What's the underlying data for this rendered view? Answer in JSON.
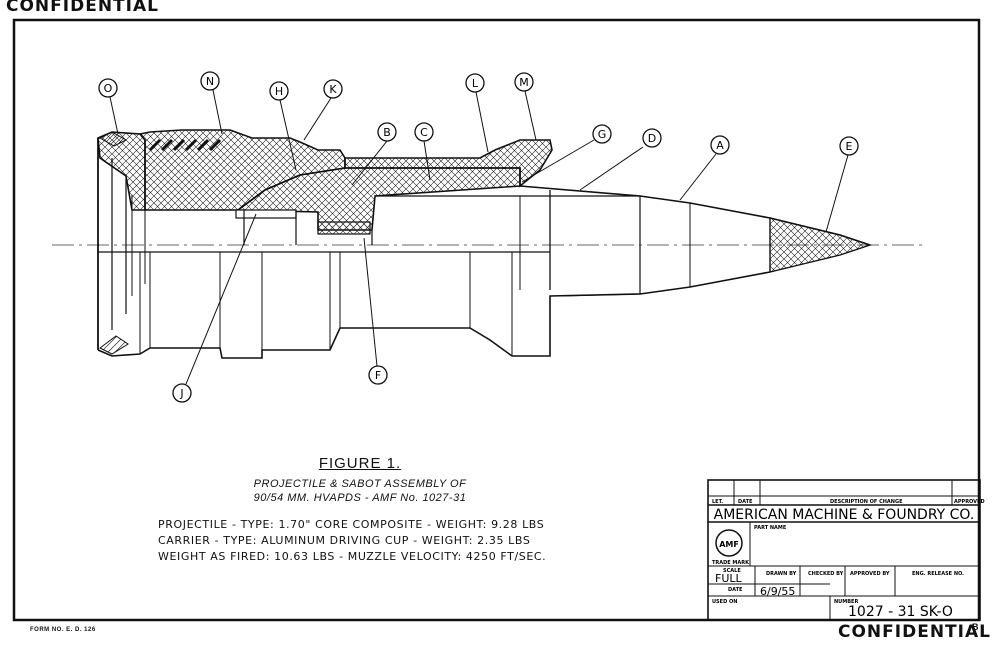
{
  "header": {
    "classification": "CONFIDENTIAL"
  },
  "callouts": [
    "O",
    "N",
    "H",
    "K",
    "L",
    "M",
    "B",
    "C",
    "G",
    "D",
    "A",
    "E",
    "F",
    "J"
  ],
  "figure": {
    "title": "FIGURE 1.",
    "subtitle_line1": "PROJECTILE & SABOT ASSEMBLY OF",
    "subtitle_line2": "90/54 MM. HVAPDS - AMF No. 1027-31"
  },
  "specs": {
    "line1": "PROJECTILE - TYPE: 1.70\" CORE COMPOSITE - WEIGHT: 9.28 LBS",
    "line2": "CARRIER    - TYPE: ALUMINUM DRIVING CUP - WEIGHT: 2.35 LBS",
    "line3": "WEIGHT AS FIRED: 10.63 LBS - MUZZLE VELOCITY: 4250 FT/SEC."
  },
  "title_block": {
    "col_let": "LET.",
    "col_date": "DATE",
    "col_desc": "DESCRIPTION OF CHANGE",
    "col_approved": "APPROVED",
    "company": "AMERICAN MACHINE & FOUNDRY CO.",
    "part_name_label": "PART NAME",
    "trade_mark_label": "TRADE MARK",
    "logo_text": "AMF",
    "scale_label": "SCALE",
    "scale_value": "FULL",
    "drawn_by_label": "DRAWN BY",
    "checked_by_label": "CHECKED BY",
    "approved_by_label": "APPROVED BY",
    "eng_release_label": "ENG. RELEASE NO.",
    "date_label": "DATE",
    "date_value": "6/9/55",
    "used_on_label": "USED ON",
    "number_label": "NUMBER",
    "number_value": "1027 - 31  SK-O"
  },
  "footer": {
    "form_no": "FORM NO. E. D. 126",
    "classification": "CONFIDENTIAL",
    "suffix": "B"
  }
}
